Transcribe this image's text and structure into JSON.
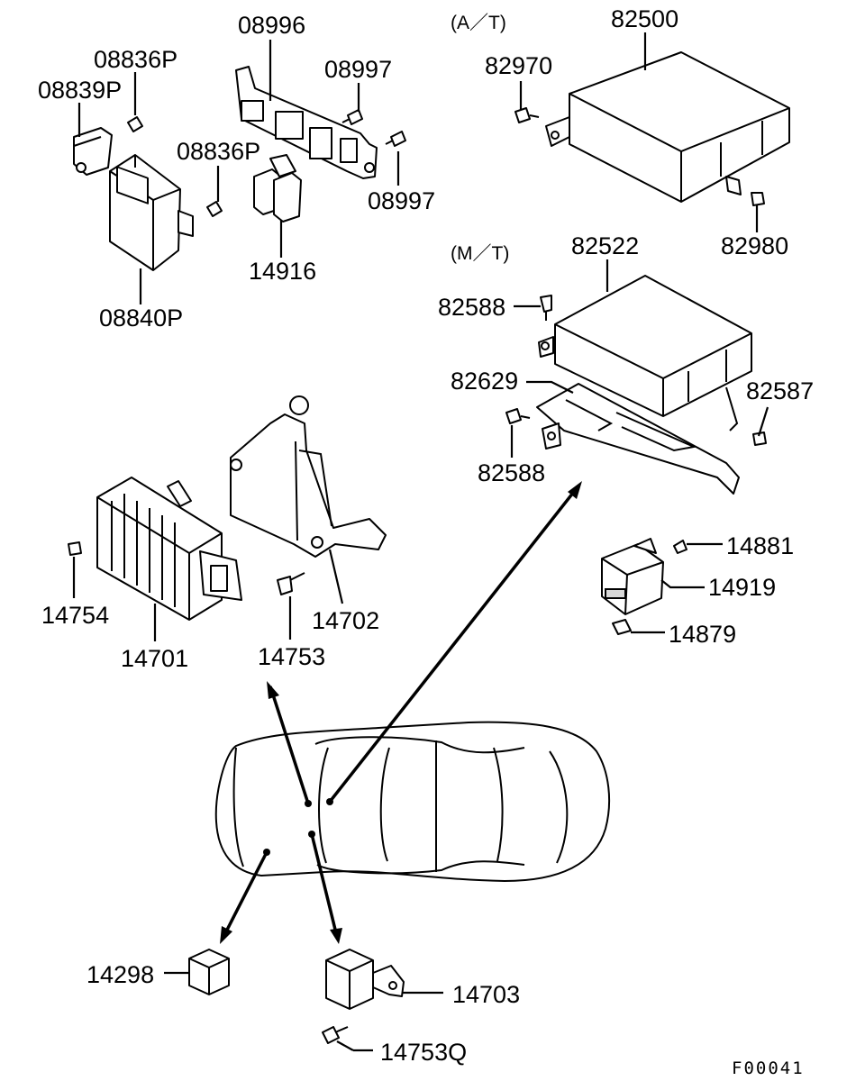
{
  "diagram": {
    "variants": {
      "at": "(A／T)",
      "mt": "(M／T)"
    },
    "part_numbers": {
      "p08996": "08996",
      "p08836P_a": "08836P",
      "p08839P": "08839P",
      "p08997_a": "08997",
      "p08836P_b": "08836P",
      "p08997_b": "08997",
      "p14916": "14916",
      "p08840P": "08840P",
      "p82500": "82500",
      "p82970": "82970",
      "p82980": "82980",
      "p82522": "82522",
      "p82588_a": "82588",
      "p82629": "82629",
      "p82587": "82587",
      "p82588_b": "82588",
      "p14881": "14881",
      "p14919": "14919",
      "p14879": "14879",
      "p14754": "14754",
      "p14701": "14701",
      "p14702": "14702",
      "p14753": "14753",
      "p14298": "14298",
      "p14703": "14703",
      "p14753Q": "14753Q"
    },
    "figure_code": "F00041"
  }
}
